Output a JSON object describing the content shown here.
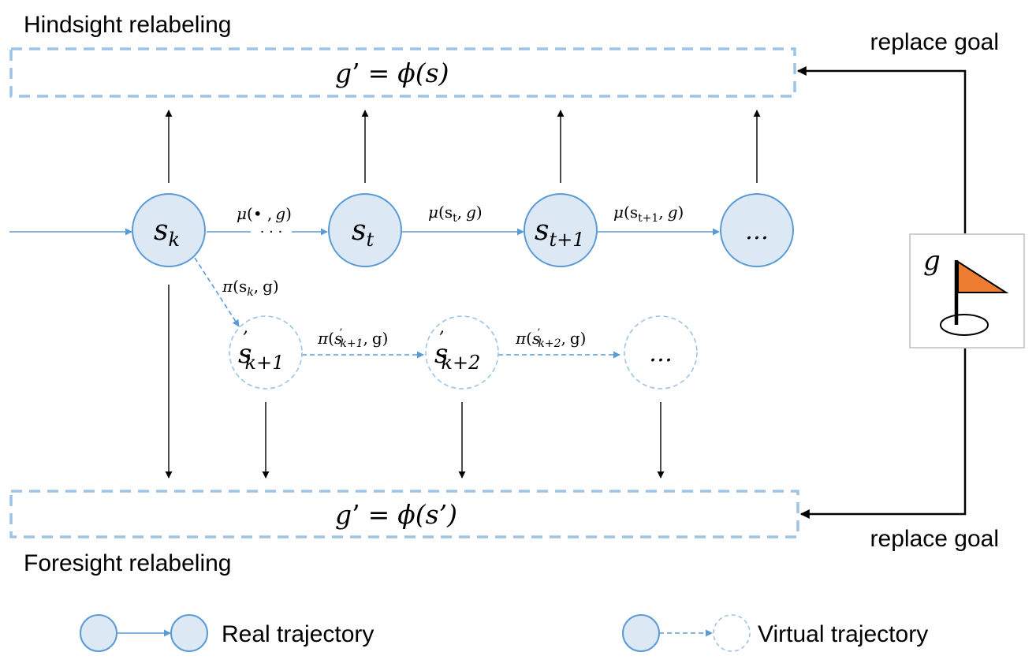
{
  "hindsight": {
    "title": "Hindsight relabeling",
    "formula_lhs": "g",
    "formula_prime": "’",
    "formula_eq": "=",
    "formula_fn": "ϕ",
    "formula_arg": "(s)",
    "replace_label": "replace goal"
  },
  "foresight": {
    "title": "Foresight relabeling",
    "formula_lhs": "g",
    "formula_prime": "’",
    "formula_eq": "=",
    "formula_fn": "ϕ",
    "formula_arg": "(s’)",
    "replace_label": "replace goal"
  },
  "real_nodes": {
    "sk": {
      "base": "s",
      "sub": "k"
    },
    "st": {
      "base": "s",
      "sub": "t"
    },
    "st1": {
      "base": "s",
      "sub": "t+1"
    },
    "more": {
      "text": "…"
    }
  },
  "virtual_nodes": {
    "sk1": {
      "base": "s",
      "sup": "’",
      "sub": "k+1"
    },
    "sk2": {
      "base": "s",
      "sup": "’",
      "sub": "k+2"
    },
    "more": {
      "text": "…"
    }
  },
  "edges": {
    "mu_dot": {
      "fn": "μ",
      "open": "(",
      "arg1": "•",
      "comma": " ,",
      "arg2": "g",
      "close": ")"
    },
    "dots": "· · ·",
    "mu_st": {
      "fn": "μ",
      "open": "(",
      "arg1": "s",
      "arg1_sub": "t",
      "comma": ",",
      "arg2": "g",
      "close": ")"
    },
    "mu_st1": {
      "fn": "μ",
      "open": "(",
      "arg1": "s",
      "arg1_sub": "t+1",
      "comma": ",",
      "arg2": "g",
      "close": ")"
    },
    "pi_sk": {
      "fn": "π",
      "open": "(",
      "arg1": "s",
      "arg1_sub": "k",
      "comma": ",",
      "arg2": "g",
      "close": ")"
    },
    "pi_sk1": {
      "fn": "π",
      "open": "(",
      "arg1": "s",
      "arg1_sup": "’",
      "arg1_sub": "k+1",
      "comma": ",",
      "arg2": "g",
      "close": ")"
    },
    "pi_sk2": {
      "fn": "π",
      "open": "(",
      "arg1": "s",
      "arg1_sup": "’",
      "arg1_sub": "k+2",
      "comma": ",",
      "arg2": "g",
      "close": ")"
    }
  },
  "goal": {
    "label": "g",
    "flag_color": "#ED7D31",
    "icon": "flag-icon"
  },
  "legend": {
    "real": "Real trajectory",
    "virtual": "Virtual trajectory"
  },
  "colors": {
    "node_fill": "#DDE8F5",
    "node_stroke": "#5B9BD5",
    "dashed_box": "#9DC3E6",
    "virtual_stroke": "#9DC3E6",
    "arrow": "#000000"
  }
}
